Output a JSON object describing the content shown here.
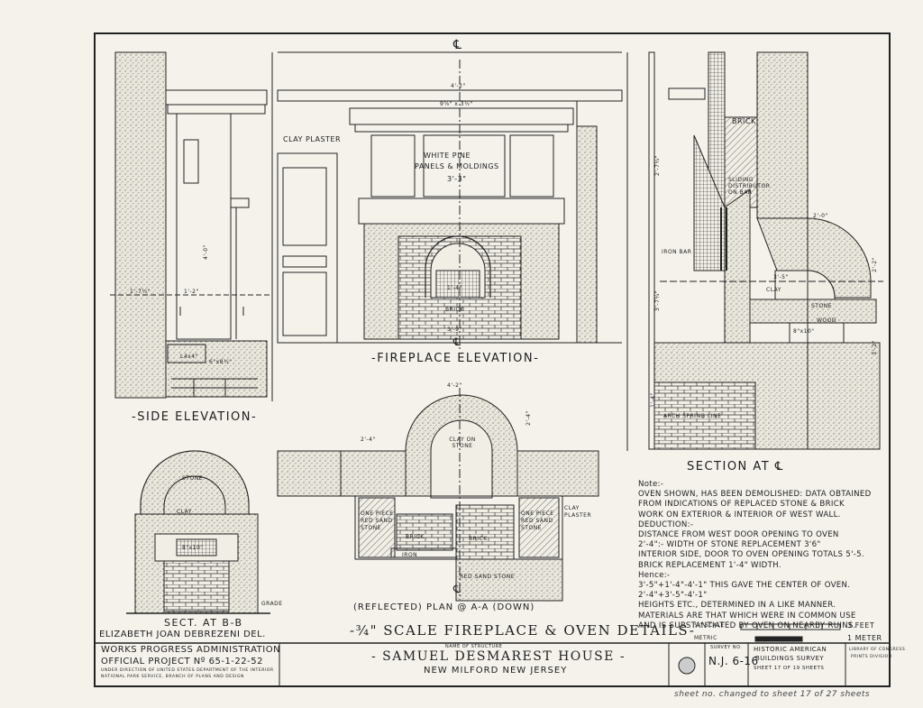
{
  "labels": {
    "centerline": "℄",
    "side_elevation": "-SIDE ELEVATION-",
    "fireplace_elevation": "-FIREPLACE ELEVATION-",
    "section_cl": "SECTION AT ℄",
    "sect_bb": "SECT. AT B-B",
    "plan": "(REFLECTED) PLAN @ A-A (DOWN)",
    "clay_plaster": "CLAY PLASTER",
    "white_pine": "WHITE PINE",
    "panels_moldings": "PANELS & MOLDINGS",
    "brick": "BRICK",
    "stone": "STONE",
    "clay": "CLAY",
    "wood": "WOOD",
    "iron_bar": "IRON BAR",
    "arch_spring_line": "ARCH SPRING LINE",
    "grade": "GRADE",
    "one_piece_red_sandstone": "ONE PIECE RED SAND STONE",
    "red_sand_stone": "RED SAND STONE",
    "iron": "IRON",
    "clay_on_stone": "CLAY ON STONE",
    "hook": "SLIDING DISTRIBUTOR ON BAR"
  },
  "dimensions": {
    "d_top": "4'-2\"",
    "d_mantel": "9⅝\" x 3½\"",
    "d_opening": "3'-3\"",
    "d_arch": "1'-4\"",
    "d_base": "3'-9\"",
    "d_side_a": "1'-7½\"",
    "d_side_b": "1'-2\"",
    "d_side_h": "4'-0\"",
    "d_plan_w": "2'-4\"",
    "d_plan_top": "4'-2\"",
    "d_sec_w": "2'-0\"",
    "d_sec_r": "3'-5\"",
    "d_sec_h": "2'-2\"",
    "d_sec_h2": "3'-2\"",
    "d_sec_l1": "2'-7¼\"",
    "d_sec_l2": "3'-7¼\"",
    "d_sec_l3": "1'-4\"",
    "d_bb_opening": "8\"x10\"",
    "d_sec_opening": "8\"x10\"",
    "d_lintel": "6\"x8½\"",
    "d_l": "L4x4\""
  },
  "title": {
    "main": "-¾\" SCALE FIREPLACE & OVEN DETAILS-",
    "scale_ft": "3 FEET",
    "scale_m": "1 METER",
    "scale_label": "¾\" SCALE",
    "metric_label": "METRIC",
    "delineator": "ELIZABETH JOAN DEBREZENI DEL."
  },
  "notes": {
    "heading": "Note:-",
    "lines": [
      "OVEN SHOWN, HAS BEEN DEMOLISHED: DATA OBTAINED",
      "FROM INDICATIONS OF REPLACED STONE & BRICK",
      "WORK ON EXTERIOR & INTERIOR OF WEST WALL.",
      "DEDUCTION:-",
      "   DISTANCE FROM WEST DOOR OPENING TO OVEN",
      "2'-4\":-        WIDTH OF STONE REPLACEMENT 3'6\"",
      "   INTERIOR SIDE, DOOR TO OVEN OPENING TOTALS 5'-5.",
      "BRICK REPLACEMENT 1'-4\" WIDTH.",
      "Hence:-",
      "3'-5\"+1'-4\"-4'-1\"  THIS GAVE THE CENTER OF OVEN.",
      "2'-4\"+3'-5\"-4'-1\"",
      "HEIGHTS ETC., DETERMINED IN A LIKE MANNER.",
      "MATERIALS ARE THAT WHICH WERE IN COMMON USE",
      "AND IS SUBSTANTIATED BY OVEN ON NEARBY RUINS."
    ]
  },
  "titleblock": {
    "wpa": "WORKS PROGRESS ADMINISTRATION",
    "project": "OFFICIAL PROJECT  Nº 65-1-22-52",
    "under": "UNDER DIRECTION OF UNITED STATES DEPARTMENT OF THE INTERIOR",
    "nps": "NATIONAL PARK SERVICE, BRANCH OF PLANS AND DESIGN",
    "name_label": "NAME OF STRUCTURE",
    "structure": "- SAMUEL DESMAREST HOUSE -",
    "location": "NEW MILFORD    NEW JERSEY",
    "survey_label": "SURVEY NO.",
    "survey_no": "N.J. 6-16",
    "habs1": "HISTORIC AMERICAN",
    "habs2": "BUILDINGS SURVEY",
    "sheet": "SHEET 17  OF 19  SHEETS",
    "loc1": "LIBRARY OF CONGRESS",
    "loc2": "PRINTS DIVISION",
    "handnote": "sheet no. changed to sheet 17 of 27 sheets"
  }
}
